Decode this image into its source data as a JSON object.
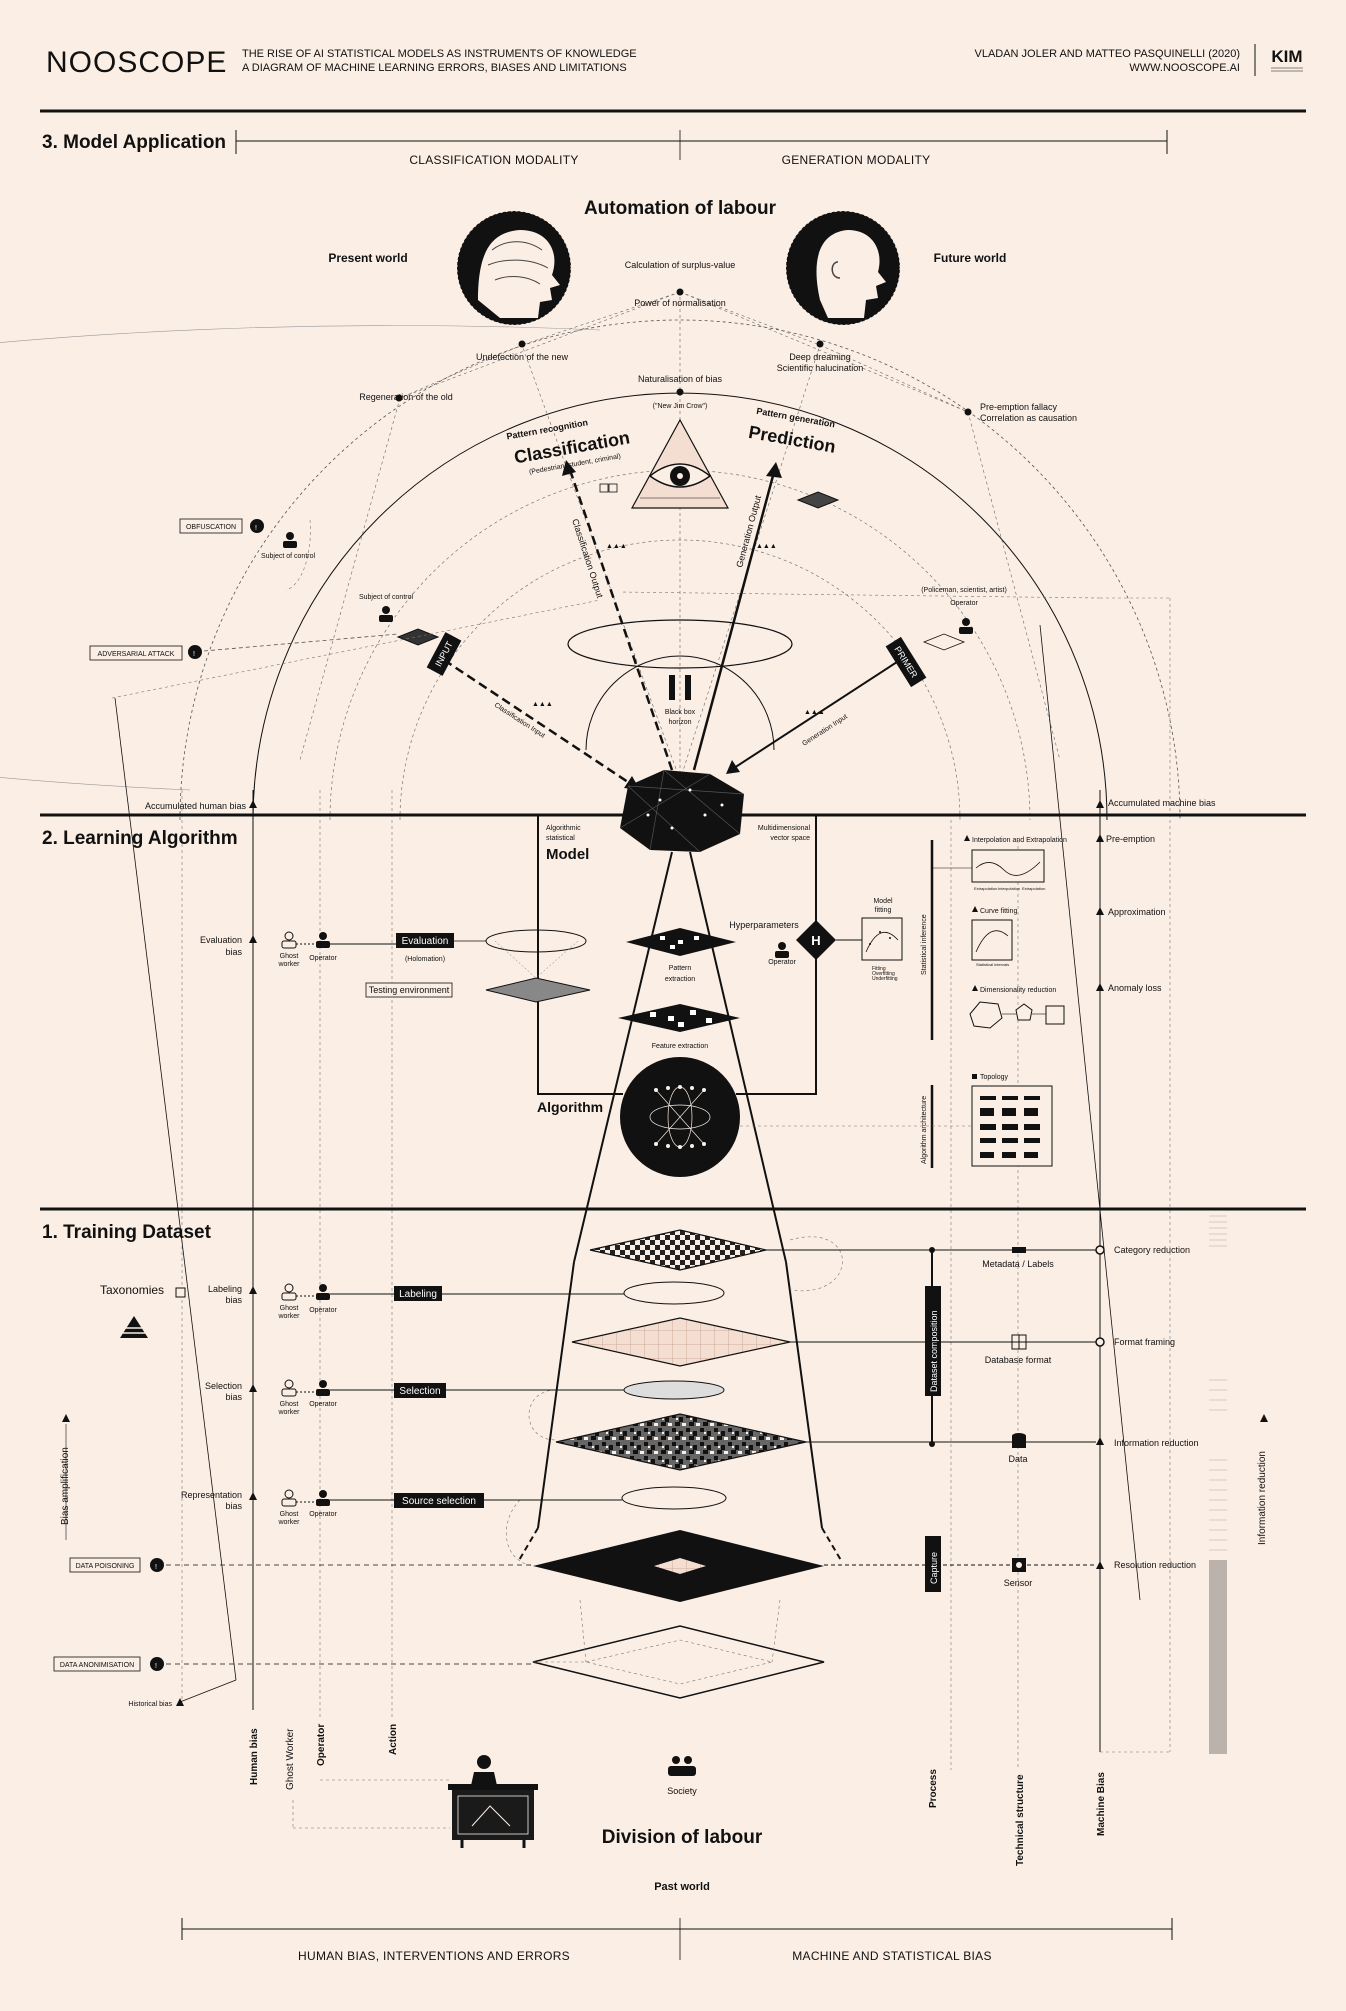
{
  "header": {
    "brand": "NOOSCOPE",
    "subtitle_line1": "THE RISE OF AI STATISTICAL MODELS AS INSTRUMENTS OF KNOWLEDGE",
    "subtitle_line2": "A DIAGRAM OF MACHINE LEARNING ERRORS, BIASES AND LIMITATIONS",
    "authors": "VLADAN JOLER AND MATTEO PASQUINELLI (2020)",
    "website": "WWW.NOOSCOPE.AI",
    "logo": "KIM"
  },
  "section3": {
    "title": "3. Model Application",
    "modality_left": "CLASSIFICATION MODALITY",
    "modality_right": "GENERATION MODALITY",
    "automation": "Automation of labour",
    "present_world": "Present world",
    "future_world": "Future world",
    "surplus": "Calculation of surplus-value",
    "normalisation": "Power of normalisation",
    "undetection": "Undetection of the new",
    "deep_dreaming": "Deep dreaming",
    "hallucination": "Scientific halucination",
    "naturalisation": "Naturalisation of bias",
    "jim_crow": "(\"New Jim Crow\")",
    "regeneration": "Regeneration of the old",
    "preemption_fallacy": "Pre-emption fallacy",
    "correlation": "Correlation as causation",
    "pattern_recognition": "Pattern recognition",
    "classification": "Classification",
    "classification_sub": "(Pedestrian, student, criminal)",
    "pattern_generation": "Pattern generation",
    "prediction": "Prediction",
    "classification_output": "Classification Output",
    "generation_output": "Generation Output",
    "obfuscation": "OBFUSCATION",
    "subject_of_control": "Subject of control",
    "adversarial_attack": "ADVERSARIAL ATTACK",
    "input": "INPUT",
    "primer": "PRIMER",
    "operator_roles": "(Policeman, scientist, artist)",
    "operator": "Operator",
    "classification_input": "Classification Input",
    "generation_input": "Generation Input",
    "black_box": "Black box",
    "horizon": "horizon",
    "acc_human_bias": "Accumulated human bias",
    "acc_machine_bias": "Accumulated machine bias"
  },
  "section2": {
    "title": "2. Learning Algorithm",
    "algorithmic": "Algorithmic",
    "statistical": "statistical",
    "model": "Model",
    "multidim_1": "Multidimensional",
    "multidim_2": "vector space",
    "preemption": "Pre-emption",
    "approximation": "Approximation",
    "anomaly_loss": "Anomaly loss",
    "interpolation": "Interpolation and Extrapolation",
    "interp_ticks": [
      "Extrapolation",
      "Interpolation",
      "Extrapolation"
    ],
    "curve_fitting": "Curve fitting",
    "statistical_intervals": "Statistical intervals",
    "dim_reduction": "Dimensionality reduction",
    "statistical_inference": "Statistical inference",
    "topology": "Topology",
    "algorithm_architecture": "Algorithm architecture",
    "evaluation_bias_1": "Evaluation",
    "evaluation_bias_2": "bias",
    "ghost_worker": "Ghost",
    "ghost_worker_2": "worker",
    "operator": "Operator",
    "evaluation": "Evaluation",
    "holomation": "(Holomation)",
    "testing_env": "Testing environment",
    "hyperparameters": "Hyperparameters",
    "h": "H",
    "model_fitting_1": "Model",
    "model_fitting_2": "fitting",
    "fitting_legend": [
      "Fitting",
      "Overfitting",
      "Underfitting"
    ],
    "pattern_extraction_1": "Pattern",
    "pattern_extraction_2": "extraction",
    "feature_extraction": "Feature extraction",
    "algorithm": "Algorithm"
  },
  "section1": {
    "title": "1. Training Dataset",
    "taxonomies": "Taxonomies",
    "labeling_bias_1": "Labeling",
    "labeling_bias_2": "bias",
    "labeling": "Labeling",
    "selection_bias_1": "Selection",
    "selection_bias_2": "bias",
    "selection": "Selection",
    "representation_bias_1": "Representation",
    "representation_bias_2": "bias",
    "source_selection": "Source selection",
    "data_poisoning": "DATA POISONING",
    "data_anonimisation": "DATA ANONIMISATION",
    "historical_bias": "Historical bias",
    "bias_amplification": "Bias amplification",
    "dataset_composition": "Dataset composition",
    "capture": "Capture",
    "metadata": "Metadata / Labels",
    "database_format": "Database format",
    "data": "Data",
    "sensor": "Sensor",
    "category_reduction": "Category reduction",
    "format_framing": "Format framing",
    "information_reduction": "Information reduction",
    "resolution_reduction": "Resolution reduction",
    "information_reduction_axis": "Information reduction"
  },
  "bottom": {
    "human_bias": "Human bias",
    "ghost_worker": "Ghost Worker",
    "operator": "Operator",
    "action": "Action",
    "society": "Society",
    "division": "Division of labour",
    "past_world": "Past world",
    "process": "Process",
    "technical_structure": "Technical structure",
    "machine_bias": "Machine Bias",
    "footer_left": "HUMAN BIAS, INTERVENTIONS AND ERRORS",
    "footer_right": "MACHINE AND STATISTICAL BIAS"
  },
  "colors": {
    "background": "#fbeee5",
    "ink": "#111111",
    "grey_bar": "#bcb2ac"
  }
}
